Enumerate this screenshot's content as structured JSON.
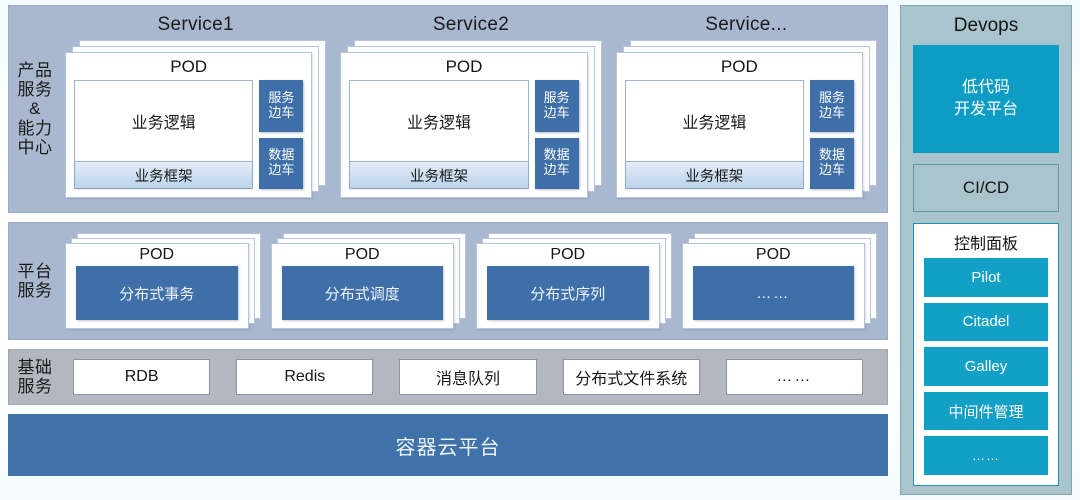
{
  "layers": {
    "product": {
      "label": "产品\n服务\n&\n能力\n中心",
      "services": [
        {
          "title": "Service1",
          "pod_label": "POD",
          "biz_logic": "业务逻辑",
          "biz_frame": "业务框架",
          "sidecars": [
            "服务\n边车",
            "数据\n边车"
          ]
        },
        {
          "title": "Service2",
          "pod_label": "POD",
          "biz_logic": "业务逻辑",
          "biz_frame": "业务框架",
          "sidecars": [
            "服务\n边车",
            "数据\n边车"
          ]
        },
        {
          "title": "Service...",
          "pod_label": "POD",
          "biz_logic": "业务逻辑",
          "biz_frame": "业务框架",
          "sidecars": [
            "服务\n边车",
            "数据\n边车"
          ]
        }
      ]
    },
    "platform": {
      "label": "平台\n服务",
      "pods": [
        {
          "pod_label": "POD",
          "name": "分布式事务"
        },
        {
          "pod_label": "POD",
          "name": "分布式调度"
        },
        {
          "pod_label": "POD",
          "name": "分布式序列"
        },
        {
          "pod_label": "POD",
          "name": "……"
        }
      ]
    },
    "infrastructure": {
      "label": "基础\n服务",
      "items": [
        "RDB",
        "Redis",
        "消息队列",
        "分布式文件系统",
        "……"
      ]
    },
    "container_cloud": {
      "label": "容器云平台"
    }
  },
  "devops": {
    "title": "Devops",
    "lowcode": "低代码\n开发平台",
    "cicd": "CI/CD",
    "control_panel": {
      "title": "控制面板",
      "items": [
        "Pilot",
        "Citadel",
        "Galley",
        "中间件管理",
        "……"
      ]
    }
  },
  "colors": {
    "band_blue": "#aab8cf",
    "band_gray": "#b3b8c0",
    "deep_blue": "#3f72a8",
    "sidecar_blue": "#3f6fa8",
    "devops_bg": "#a9c4cd",
    "cyan": "#12a0c6",
    "lowcode_cyan": "#0d9dc4"
  }
}
